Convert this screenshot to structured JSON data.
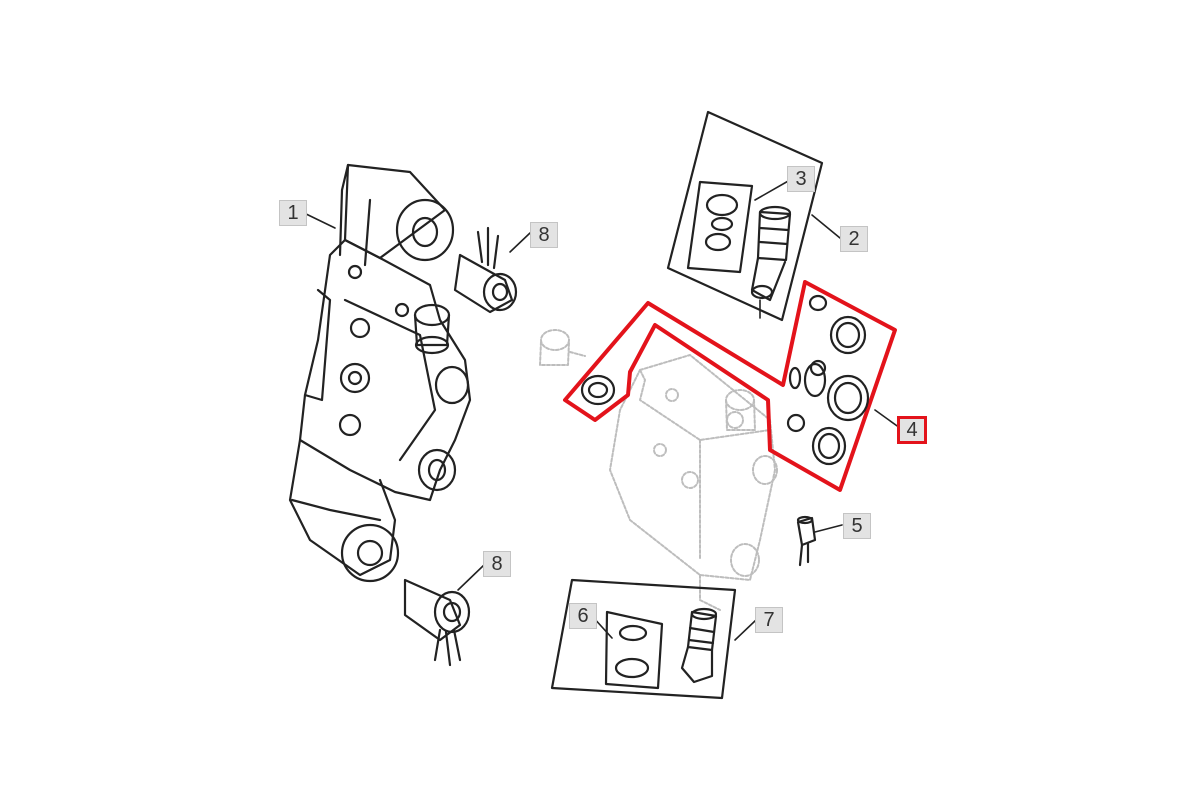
{
  "diagram": {
    "callouts": [
      {
        "id": "c1",
        "label": "1"
      },
      {
        "id": "c2",
        "label": "2"
      },
      {
        "id": "c3",
        "label": "3"
      },
      {
        "id": "c4",
        "label": "4",
        "highlighted": true
      },
      {
        "id": "c5",
        "label": "5"
      },
      {
        "id": "c6",
        "label": "6"
      },
      {
        "id": "c7",
        "label": "7"
      },
      {
        "id": "c8a",
        "label": "8"
      },
      {
        "id": "c8b",
        "label": "8"
      }
    ],
    "colors": {
      "line": "#222222",
      "faded": "#bdbdbd",
      "highlight": "#e3131b",
      "callout_bg": "#e3e3e3"
    }
  }
}
